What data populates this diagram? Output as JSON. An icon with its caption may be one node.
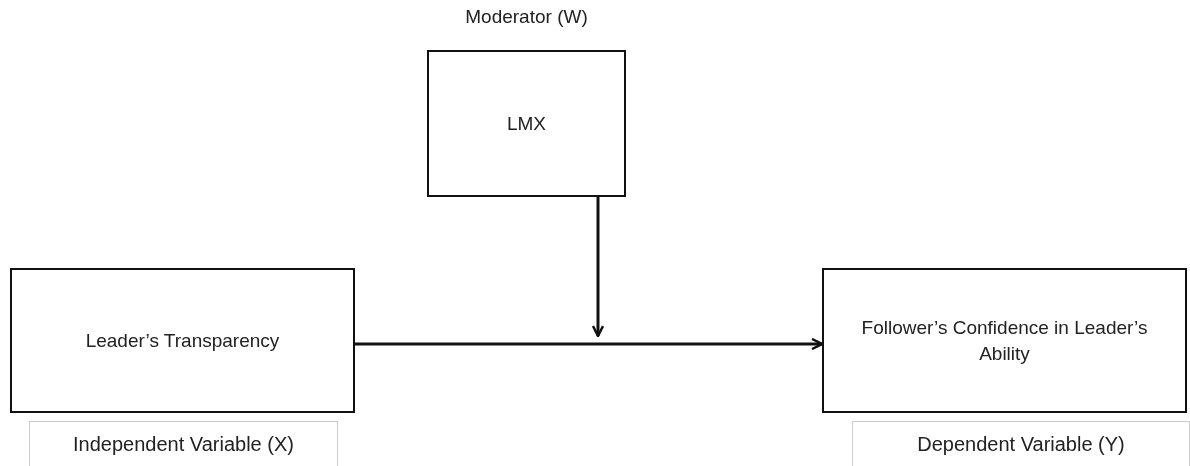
{
  "diagram": {
    "nodes": [
      {
        "text": [
          "Moderator (W)",
          "LMX"
        ]
      },
      {
        "text": [
          "Leader’s Transparency"
        ]
      },
      {
        "text": [
          "Follower’s Confidence in Leader’s Ability"
        ]
      },
      {
        "text": [
          "Independent Variable (X)"
        ]
      },
      {
        "text": [
          "Dependent Variable (Y)"
        ]
      }
    ],
    "edges": [
      {
        "from": 1,
        "to": 2,
        "arrow": "to"
      },
      {
        "from": 0,
        "to": null,
        "arrow": "to"
      }
    ]
  }
}
